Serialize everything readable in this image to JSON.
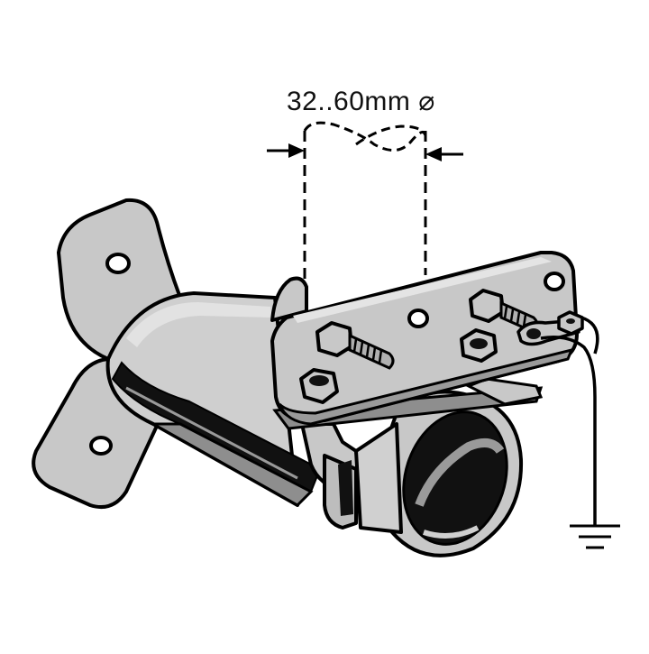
{
  "diagram": {
    "dimension_label": "32..60mm ⌀",
    "colors": {
      "metal_fill": "#c8c8c8",
      "metal_light": "#dcdcdc",
      "metal_dark": "#8e8e8e",
      "shadow": "#111111",
      "outline": "#000000",
      "background": "#ffffff"
    },
    "components": {
      "mast": "mast-pipe",
      "boom_tube": "boom-tube",
      "flange_plate": "flange-plate",
      "clamp_plate": "clamp-plate",
      "bolts": "hex-bolt",
      "ground_wire": "ground-wire",
      "ground_symbol": "ground-symbol"
    }
  }
}
